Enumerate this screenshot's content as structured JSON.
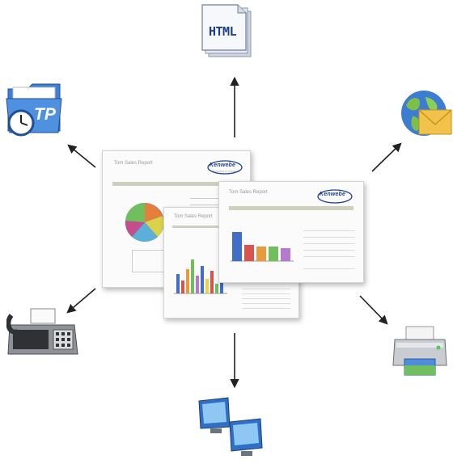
{
  "report": {
    "title": "Tom Sales Report",
    "brand": "Kenwebe",
    "brand_tagline": "Business & Solutions"
  },
  "formats": {
    "html_label": "HTML",
    "ftp_label": "TP"
  },
  "colors": {
    "arrow": "#222222",
    "accent_blue": "#1f3f8f",
    "band": "#cfcfbd",
    "bar_blue": "#3f6fc9",
    "bar_red": "#d9534f",
    "bar_orange": "#e89a3c",
    "bar_green": "#6fbf5f",
    "bar_purple": "#b57ad0"
  },
  "icons": [
    "html-file-icon",
    "ftp-folder-icon",
    "email-globe-icon",
    "fax-machine-icon",
    "printer-icon",
    "network-computers-icon"
  ]
}
